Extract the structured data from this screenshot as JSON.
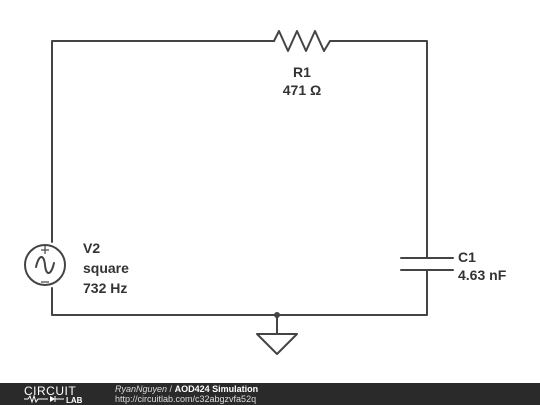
{
  "components": {
    "r1": {
      "name": "R1",
      "value": "471 Ω"
    },
    "c1": {
      "name": "C1",
      "value": "4.63 nF"
    },
    "v2": {
      "name": "V2",
      "type": "square",
      "freq": "732 Hz"
    }
  },
  "footer": {
    "logo_top": "CIRCUIT",
    "logo_bottom": "LAB",
    "author": "RyanNguyen",
    "separator": "/",
    "title": "AOD424 Simulation",
    "url": "http://circuitlab.com/c32abgzvfa52q"
  },
  "colors": {
    "wire": "#444444",
    "text": "#333333",
    "footer_bg": "#2a2a2a"
  }
}
